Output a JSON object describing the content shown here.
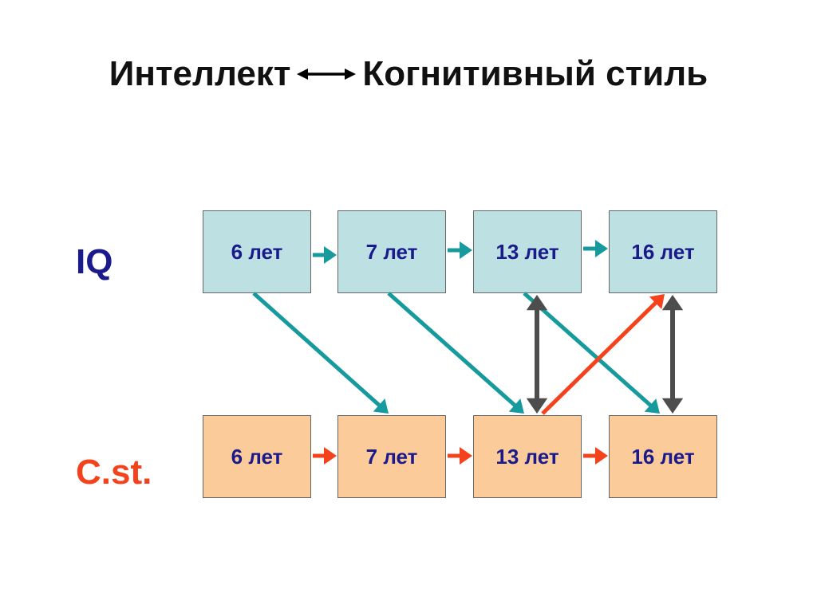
{
  "title": {
    "left": "Интеллект",
    "connector": "double-arrow-icon",
    "right": "Когнитивный стиль"
  },
  "rows": {
    "iq": {
      "label": "IQ",
      "boxes": [
        "6 лет",
        "7 лет",
        "13 лет",
        "16 лет"
      ]
    },
    "cst": {
      "label": "C.st.",
      "boxes": [
        "6 лет",
        "7 лет",
        "13 лет",
        "16 лет"
      ]
    }
  },
  "colors": {
    "iq_box": "#bde1e3",
    "cst_box": "#fccb9a",
    "iq_text": "#1a1a8c",
    "cst_label": "#f4431c",
    "teal_arrow": "#179a9e",
    "red_arrow": "#f4431c",
    "gray_arrow": "#4d4d4d"
  },
  "links": [
    {
      "from": "iq.1",
      "to": "iq.2",
      "kind": "sequence",
      "color": "teal"
    },
    {
      "from": "iq.2",
      "to": "iq.3",
      "kind": "sequence",
      "color": "teal"
    },
    {
      "from": "iq.3",
      "to": "iq.4",
      "kind": "sequence",
      "color": "teal"
    },
    {
      "from": "cst.1",
      "to": "cst.2",
      "kind": "sequence",
      "color": "red"
    },
    {
      "from": "cst.2",
      "to": "cst.3",
      "kind": "sequence",
      "color": "red"
    },
    {
      "from": "cst.3",
      "to": "cst.4",
      "kind": "sequence",
      "color": "red"
    },
    {
      "from": "iq.1",
      "to": "cst.2",
      "kind": "cross",
      "color": "teal"
    },
    {
      "from": "iq.2",
      "to": "cst.3",
      "kind": "cross",
      "color": "teal"
    },
    {
      "from": "iq.3",
      "to": "cst.4",
      "kind": "cross",
      "color": "teal"
    },
    {
      "from": "cst.3",
      "to": "iq.4",
      "kind": "cross",
      "color": "red"
    },
    {
      "from": "iq.3",
      "to": "cst.3",
      "kind": "bidirectional",
      "color": "gray"
    },
    {
      "from": "iq.4",
      "to": "cst.4",
      "kind": "bidirectional",
      "color": "gray"
    }
  ]
}
